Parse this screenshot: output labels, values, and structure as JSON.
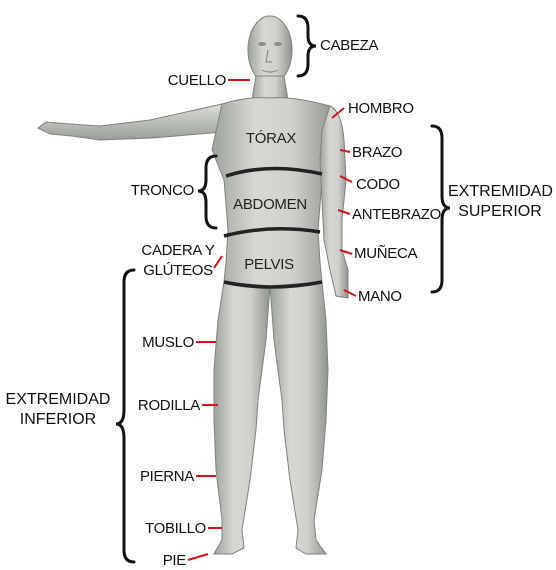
{
  "colors": {
    "leader": "#d0151b",
    "brace": "#111111",
    "skin_light": "#d9dbd6",
    "skin_mid": "#b9bcb6",
    "skin_dark": "#8c908a",
    "band": "#222222"
  },
  "labels": {
    "cabeza": "CABEZA",
    "cuello": "CUELLO",
    "hombro": "HOMBRO",
    "brazo": "BRAZO",
    "codo": "CODO",
    "antebrazo": "ANTEBRAZO",
    "muneca": "MUÑECA",
    "mano": "MANO",
    "tronco": "TRONCO",
    "cadera_line1": "CADERA Y",
    "cadera_line2": "GLÚTEOS",
    "muslo": "MUSLO",
    "rodilla": "RODILLA",
    "pierna": "PIERNA",
    "tobillo": "TOBILLO",
    "pie": "PIE"
  },
  "body_labels": {
    "torax": "TÓRAX",
    "abdomen": "ABDOMEN",
    "pelvis": "PELVIS"
  },
  "groups": {
    "superior_line1": "EXTREMIDAD",
    "superior_line2": "SUPERIOR",
    "inferior_line1": "EXTREMIDAD",
    "inferior_line2": "INFERIOR"
  }
}
